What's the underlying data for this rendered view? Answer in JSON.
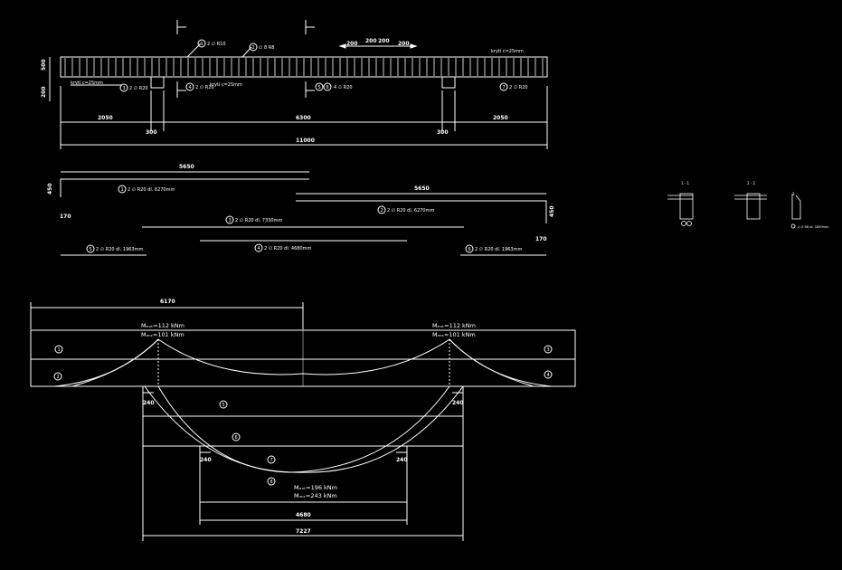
{
  "beam_elevation": {
    "dims_top": [
      "200",
      "200",
      "200",
      "200"
    ],
    "dims_left": [
      "500",
      "200"
    ],
    "spans": [
      "2050",
      "6300",
      "2050"
    ],
    "supports": [
      "300",
      "300"
    ],
    "total": "11000",
    "labels": {
      "c1": "1",
      "t1": "2 ∅ R10",
      "c2": "2",
      "t2": "∅ 8 R8",
      "cover_top": "krytí c=25mm",
      "cover_left": "krytí c=25mm",
      "c3": "3",
      "t3": "2 ∅ R20",
      "c4": "4",
      "t4": "2 ∅ R20",
      "cover_mid": "krytí c=25mm",
      "c5": "5",
      "c6": "6",
      "t56": "4 ∅ R20",
      "c7": "7",
      "t7": "2 ∅ R20"
    }
  },
  "bars": {
    "bar1_len": "5650",
    "bar1_hook": "450",
    "bar1_hook_w": "170",
    "bar1_c": "1",
    "bar1_t": "2 ∅ R20 dl. 6270mm",
    "bar2_len": "5650",
    "bar2_hook": "450",
    "bar2_hook_w": "170",
    "bar2_c": "2",
    "bar2_t": "2 ∅ R20 dl. 6270mm",
    "bar3_c": "3",
    "bar3_t": "2 ∅ R20 dl. 7330mm",
    "bar4_c": "4",
    "bar4_t": "2 ∅ R20 dl. 4680mm",
    "bar5_c": "5",
    "bar5_t": "2 ∅ R20 dl. 1963mm",
    "bar6_c": "6",
    "bar6_t": "2 ∅ R20 dl. 1963mm"
  },
  "sections": {
    "s1": "1 - 1",
    "s2": "2 - 2",
    "s3": "3",
    "note": "2 ∅ R8 dl. 1850mm"
  },
  "moment_diagram": {
    "dim_top": "6170",
    "m_left_1": "Mₑₓₜ=112 kNm",
    "m_left_2": "Mᵣₑₓ=101 kNm",
    "m_right_1": "Mₑₓₜ=112 kNm",
    "m_right_2": "Mᵣₑₓ=101 kNm",
    "m_mid_1": "Mₑₓₜ=196 kNm",
    "m_mid_2": "Mᵣₑₓ=243 kNm",
    "anchor": "240",
    "dim_inner": "4680",
    "dim_outer": "7227",
    "c1": "1",
    "c2": "2",
    "c3": "3",
    "c4": "4",
    "c5": "5",
    "c6": "6",
    "c7": "7",
    "c8": "8"
  }
}
